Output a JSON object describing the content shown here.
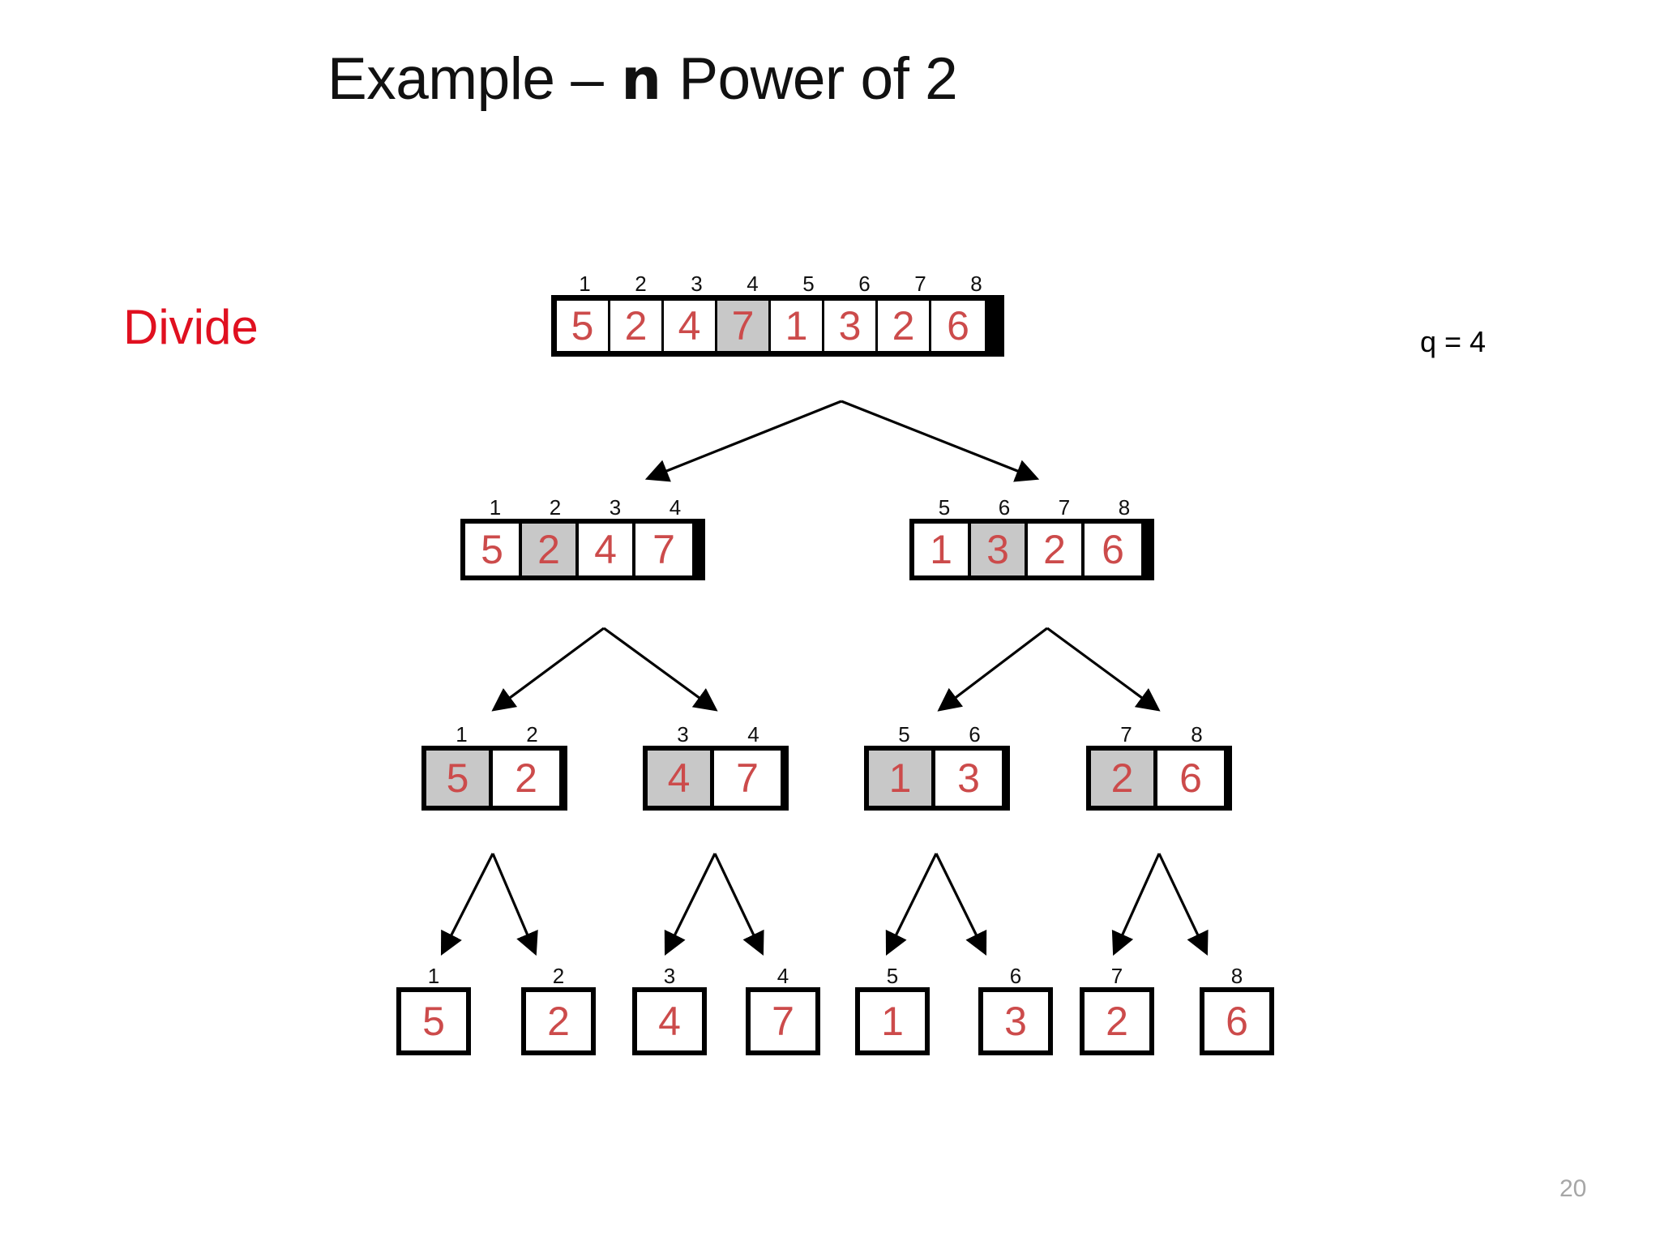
{
  "slide": {
    "title_before": "Example – ",
    "title_var": "n",
    "title_after": " Power of 2",
    "page_number": "20",
    "accent_red": "#e01020",
    "value_red": "#cc4b4b",
    "shade_gray": "#c8c8c8"
  },
  "left_label": {
    "text": "Divide"
  },
  "right_label": {
    "text": "q = 4"
  },
  "levels": [
    {
      "name": "level-1-full-array",
      "arrays": [
        {
          "name": "array-root",
          "indices": [
            "1",
            "2",
            "3",
            "4",
            "5",
            "6",
            "7",
            "8"
          ],
          "values": [
            "5",
            "2",
            "4",
            "7",
            "1",
            "3",
            "2",
            "6"
          ],
          "shaded": [
            false,
            false,
            false,
            true,
            false,
            false,
            false,
            false
          ]
        }
      ]
    },
    {
      "name": "level-2-halves",
      "arrays": [
        {
          "name": "array-left-half",
          "indices": [
            "1",
            "2",
            "3",
            "4"
          ],
          "values": [
            "5",
            "2",
            "4",
            "7"
          ],
          "shaded": [
            false,
            true,
            false,
            false
          ]
        },
        {
          "name": "array-right-half",
          "indices": [
            "5",
            "6",
            "7",
            "8"
          ],
          "values": [
            "1",
            "3",
            "2",
            "6"
          ],
          "shaded": [
            false,
            true,
            false,
            false
          ]
        }
      ]
    },
    {
      "name": "level-3-quarters",
      "arrays": [
        {
          "name": "array-q1",
          "indices": [
            "1",
            "2"
          ],
          "values": [
            "5",
            "2"
          ],
          "shaded": [
            true,
            false
          ]
        },
        {
          "name": "array-q2",
          "indices": [
            "3",
            "4"
          ],
          "values": [
            "4",
            "7"
          ],
          "shaded": [
            true,
            false
          ]
        },
        {
          "name": "array-q3",
          "indices": [
            "5",
            "6"
          ],
          "values": [
            "1",
            "3"
          ],
          "shaded": [
            true,
            false
          ]
        },
        {
          "name": "array-q4",
          "indices": [
            "7",
            "8"
          ],
          "values": [
            "2",
            "6"
          ],
          "shaded": [
            true,
            false
          ]
        }
      ]
    },
    {
      "name": "level-4-singletons",
      "arrays": [
        {
          "name": "array-s1",
          "indices": [
            "1"
          ],
          "values": [
            "5"
          ],
          "shaded": [
            false
          ]
        },
        {
          "name": "array-s2",
          "indices": [
            "2"
          ],
          "values": [
            "2"
          ],
          "shaded": [
            false
          ]
        },
        {
          "name": "array-s3",
          "indices": [
            "3"
          ],
          "values": [
            "4"
          ],
          "shaded": [
            false
          ]
        },
        {
          "name": "array-s4",
          "indices": [
            "4"
          ],
          "values": [
            "7"
          ],
          "shaded": [
            false
          ]
        },
        {
          "name": "array-s5",
          "indices": [
            "5"
          ],
          "values": [
            "1"
          ],
          "shaded": [
            false
          ]
        },
        {
          "name": "array-s6",
          "indices": [
            "6"
          ],
          "values": [
            "3"
          ],
          "shaded": [
            false
          ]
        },
        {
          "name": "array-s7",
          "indices": [
            "7"
          ],
          "values": [
            "2"
          ],
          "shaded": [
            false
          ]
        },
        {
          "name": "array-s8",
          "indices": [
            "8"
          ],
          "values": [
            "6"
          ],
          "shaded": [
            false
          ]
        }
      ]
    }
  ]
}
